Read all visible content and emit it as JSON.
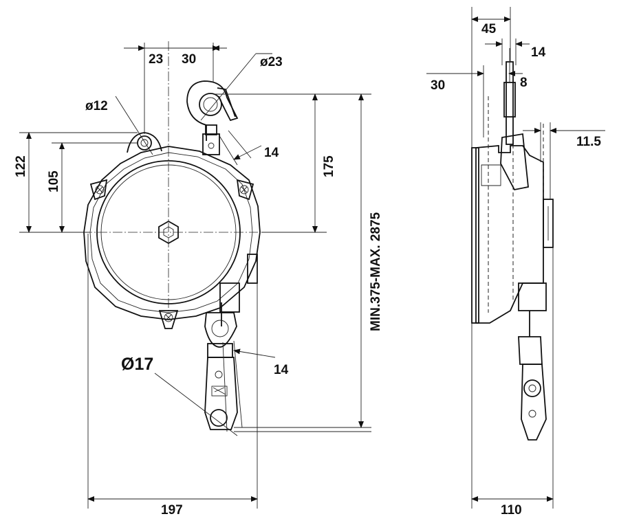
{
  "front_view": {
    "dims": {
      "d23a": "23",
      "d30": "30",
      "dia23": "ø23",
      "dia12": "ø12",
      "d122": "122",
      "d105": "105",
      "d175": "175",
      "d14_upper": "14",
      "d14_lower": "14",
      "dia17": "Ø17",
      "stroke": "MIN.375-MAX. 2875",
      "width": "197"
    }
  },
  "side_view": {
    "dims": {
      "d45": "45",
      "d14": "14",
      "d30": "30",
      "d8": "8",
      "d11_5": "11.5",
      "width": "110"
    }
  }
}
